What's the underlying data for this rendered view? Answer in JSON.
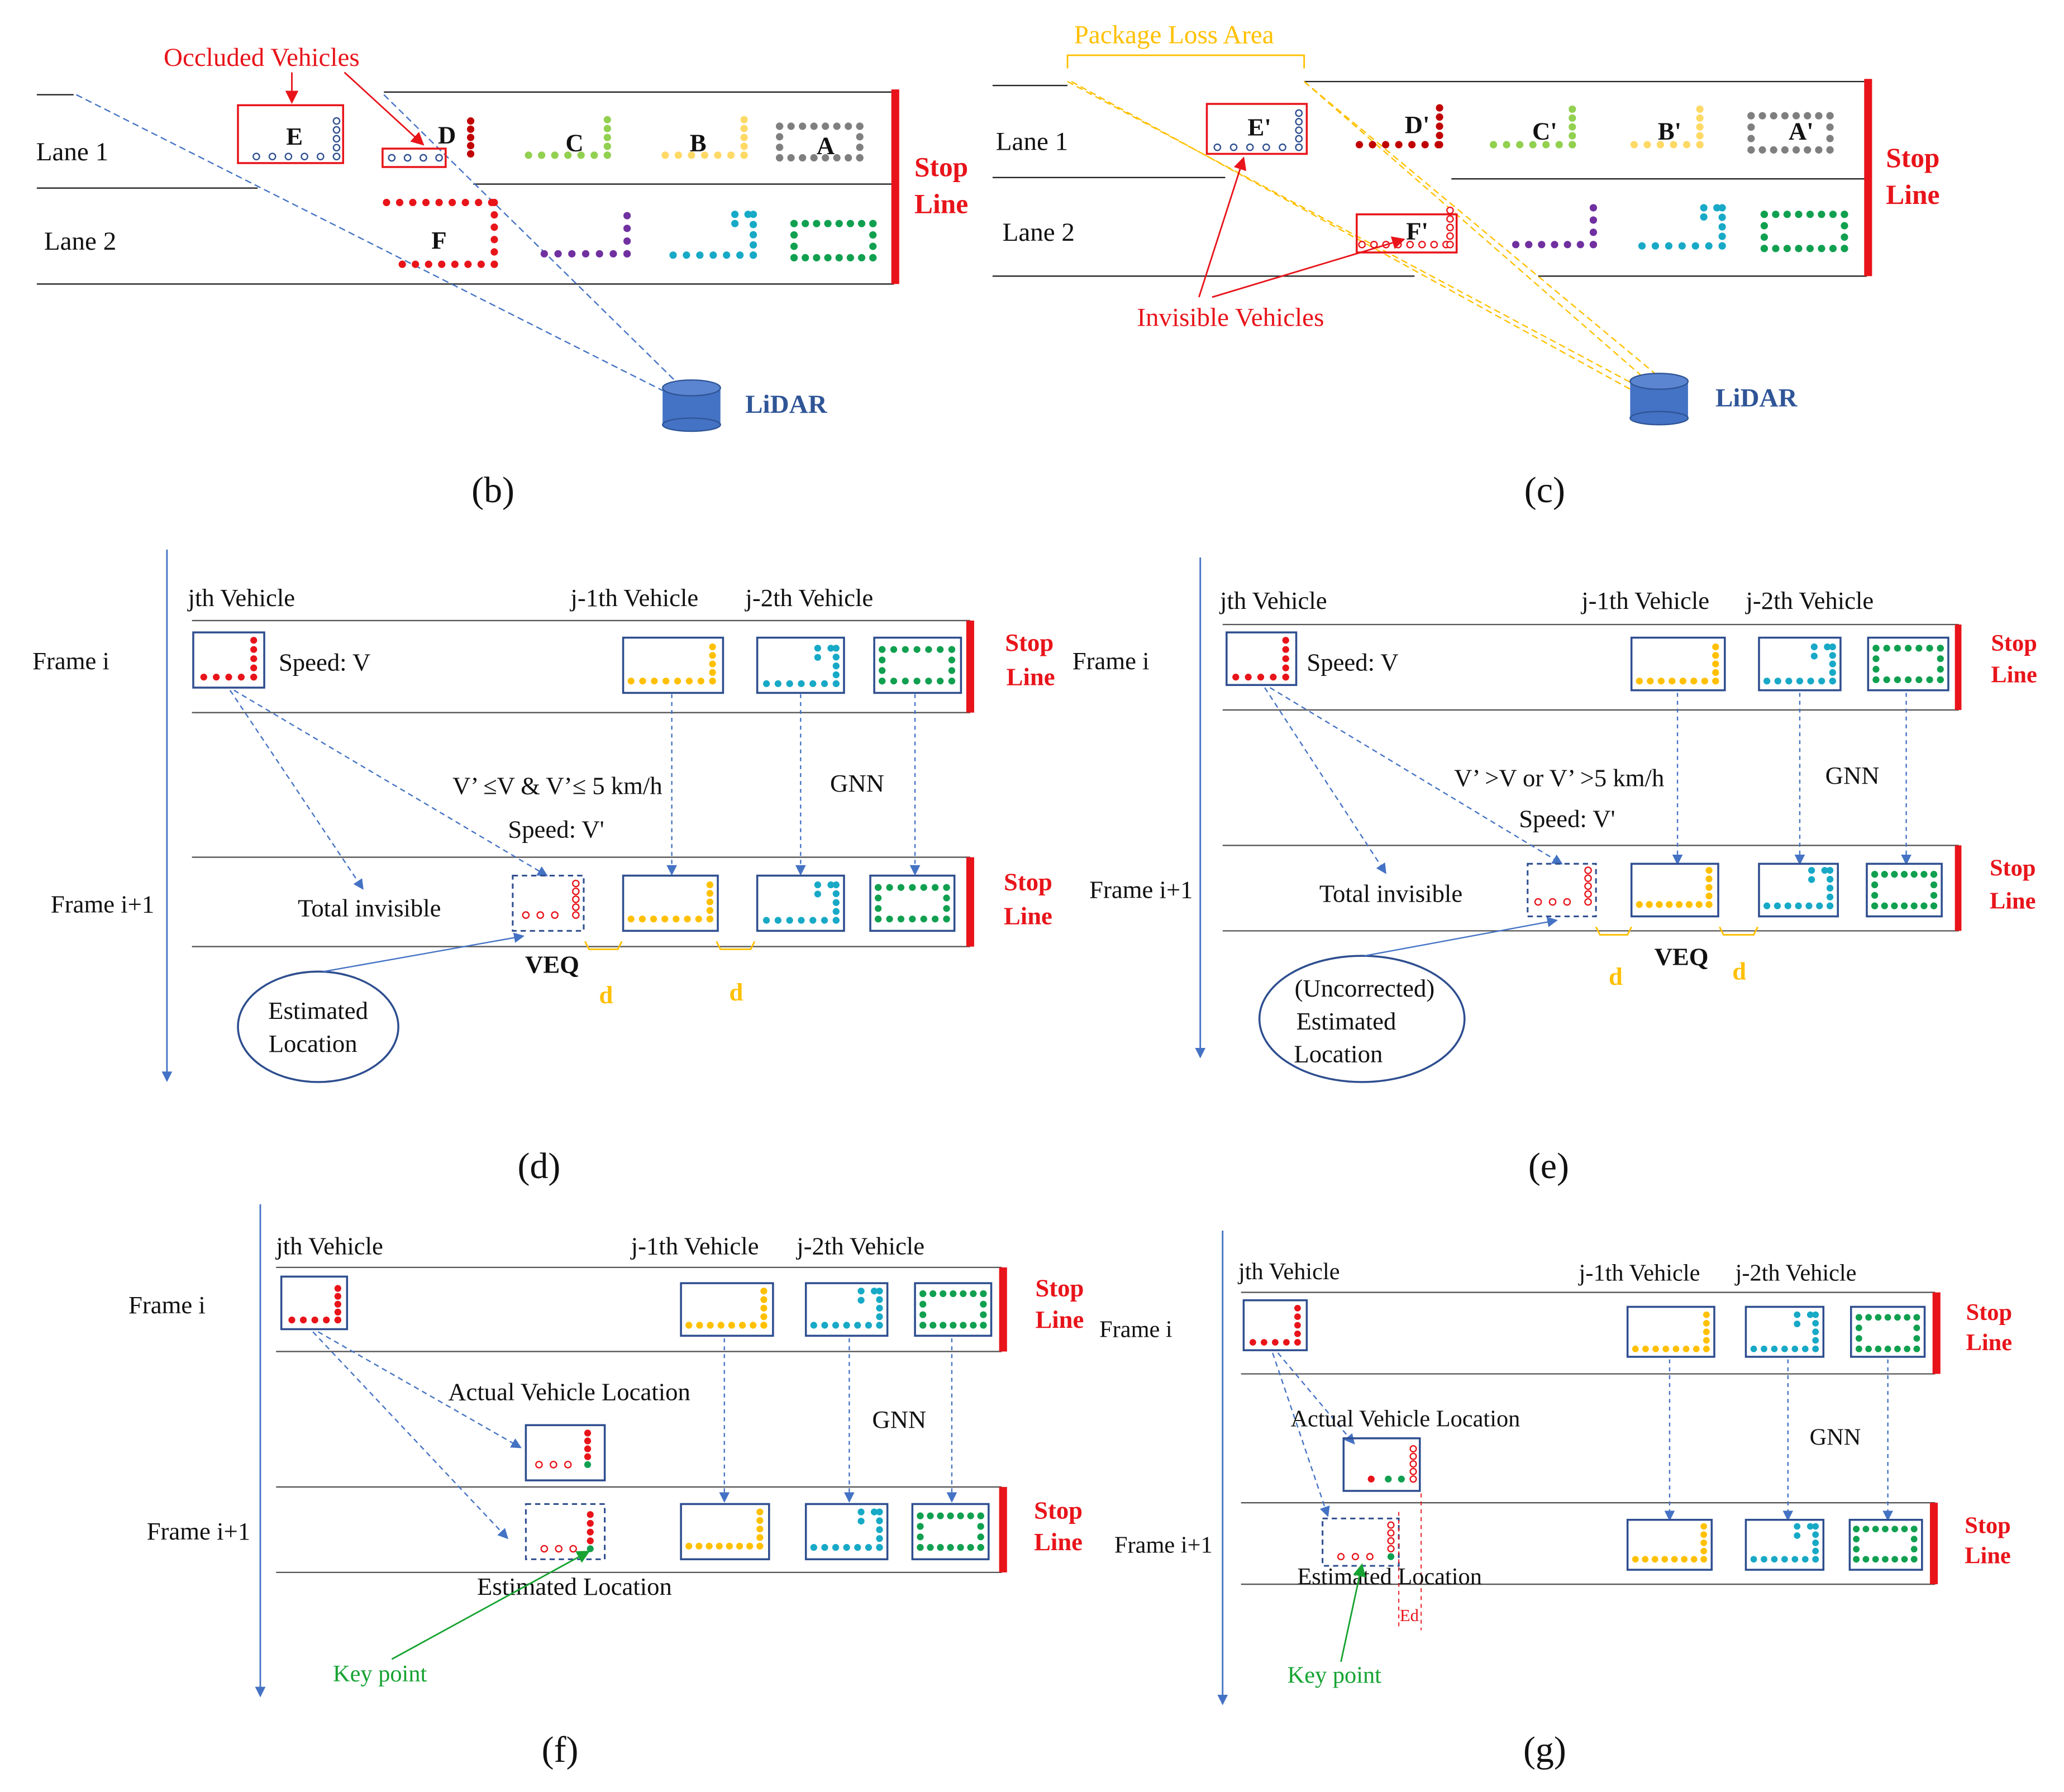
{
  "colors": {
    "red": "#e8141a",
    "dark_red": "#c00000",
    "blue_text": "#2f5597",
    "box_blue": "#2e4e8f",
    "lidar_blue": "#4472c4",
    "gold": "#ffc000",
    "cyan": "#17a9c6",
    "green_dots": "#10a050",
    "green_text": "#16a332",
    "purple": "#7030a0",
    "grey": "#7f7f7f",
    "lime": "#92d050",
    "light_gold": "#ffd966",
    "light_blue_line": "#4472c4"
  },
  "panel_b": {
    "occluded_label": "Occluded Vehicles",
    "lane1": "Lane 1",
    "lane2": "Lane 2",
    "stop": "Stop",
    "line": "Line",
    "lidar": "LiDAR",
    "caption": "(b)",
    "vehicles": [
      "E",
      "D",
      "C",
      "B",
      "A",
      "F"
    ]
  },
  "panel_c": {
    "package_loss": "Package Loss Area",
    "invisible_label": "Invisible Vehicles",
    "lane1": "Lane 1",
    "lane2": "Lane 2",
    "stop": "Stop",
    "line": "Line",
    "lidar": "LiDAR",
    "caption": "(c)",
    "vehicles": [
      "E'",
      "D'",
      "C'",
      "B'",
      "A'",
      "F'"
    ]
  },
  "panel_d": {
    "jth": "jth Vehicle",
    "j1": "j-1th Vehicle",
    "j2": "j-2th Vehicle",
    "frame_i": "Frame i",
    "frame_i1": "Frame i+1",
    "speed_v": "Speed: V",
    "condition": "V’ ≤V & V’≤ 5 km/h",
    "speed_v2": "Speed: V'",
    "gnn": "GNN",
    "total_invisible": "Total invisible",
    "veq": "VEQ",
    "d": "d",
    "estimated_1": "Estimated",
    "estimated_2": "Location",
    "stop": "Stop",
    "line": "Line",
    "caption": "(d)"
  },
  "panel_e": {
    "jth": "jth Vehicle",
    "j1": "j-1th Vehicle",
    "j2": "j-2th Vehicle",
    "frame_i": "Frame i",
    "frame_i1": "Frame i+1",
    "speed_v": "Speed: V",
    "condition": "V’ >V or V’ >5 km/h",
    "speed_v2": "Speed: V'",
    "gnn": "GNN",
    "total_invisible": "Total invisible",
    "veq": "VEQ",
    "d": "d",
    "uncorrected_1": "(Uncorrected)",
    "uncorrected_2": "Estimated",
    "uncorrected_3": "Location",
    "stop": "Stop",
    "line": "Line",
    "caption": "(e)"
  },
  "panel_f": {
    "jth": "jth Vehicle",
    "j1": "j-1th Vehicle",
    "j2": "j-2th Vehicle",
    "frame_i": "Frame i",
    "frame_i1": "Frame i+1",
    "actual": "Actual Vehicle Location",
    "gnn": "GNN",
    "estimated": "Estimated Location",
    "key_point": "Key point",
    "stop": "Stop",
    "line": "Line",
    "caption": "(f)"
  },
  "panel_g": {
    "jth": "jth Vehicle",
    "j1": "j-1th Vehicle",
    "j2": "j-2th Vehicle",
    "frame_i": "Frame i",
    "frame_i1": "Frame i+1",
    "actual": "Actual Vehicle Location",
    "gnn": "GNN",
    "estimated": "Estimated Location",
    "key_point": "Key point",
    "ed": "Ed",
    "stop": "Stop",
    "line": "Line",
    "caption": "(g)"
  }
}
